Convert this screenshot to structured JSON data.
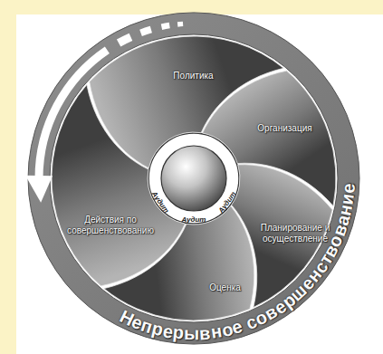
{
  "diagram": {
    "nodes": [
      {
        "text": [
          "Политика"
        ]
      },
      {
        "text": [
          "Организация"
        ]
      },
      {
        "text": [
          "Планирование и осуществление"
        ]
      },
      {
        "text": [
          "Оценка"
        ]
      },
      {
        "text": [
          "Действия по совершенствованию"
        ]
      },
      {
        "text": [
          "Непрерывное совершенствование"
        ]
      }
    ],
    "labels": [
      "Аудит",
      "Аудит",
      "Аудит"
    ]
  }
}
